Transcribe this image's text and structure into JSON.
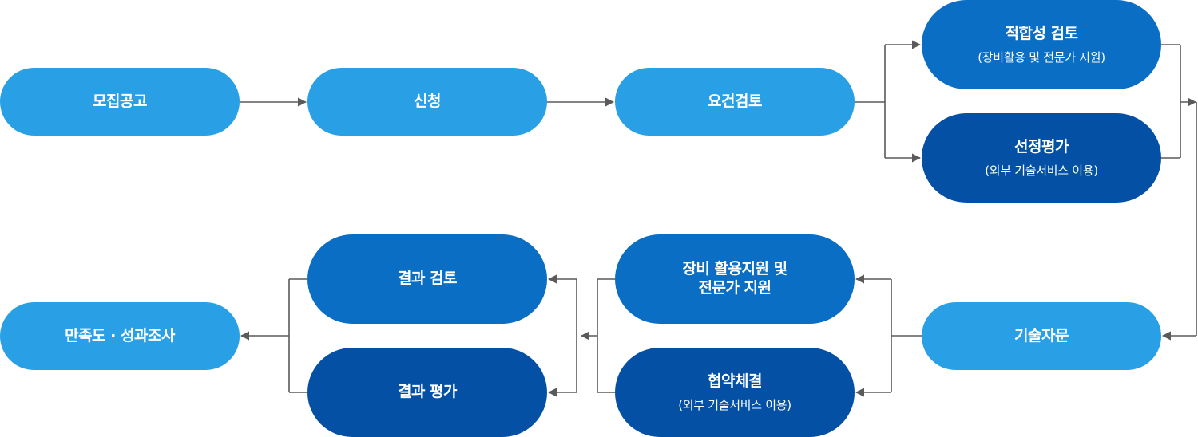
{
  "nodes": {
    "recruit": {
      "title": "모집공고"
    },
    "apply": {
      "title": "신청"
    },
    "requirement_review": {
      "title": "요건검토"
    },
    "suitability_review": {
      "title": "적합성 검토",
      "subtitle": "(장비활용 및 전문가 지원)"
    },
    "selection_evaluation": {
      "title": "선정평가",
      "subtitle": "(외부 기술서비스 이용)"
    },
    "tech_consulting": {
      "title": "기술자문"
    },
    "equipment_support": {
      "title": "장비 활용지원 및\n전문가 지원"
    },
    "agreement": {
      "title": "협약체결",
      "subtitle": "(외부 기술서비스 이용)"
    },
    "result_review": {
      "title": "결과 검토"
    },
    "result_evaluation": {
      "title": "결과 평가"
    },
    "satisfaction_survey": {
      "title": "만족도 · 성과조사"
    }
  },
  "colors": {
    "light": "#29a0e6",
    "mid": "#0a6ec4",
    "dark": "#0450a4",
    "connector": "#5a5a5a"
  }
}
